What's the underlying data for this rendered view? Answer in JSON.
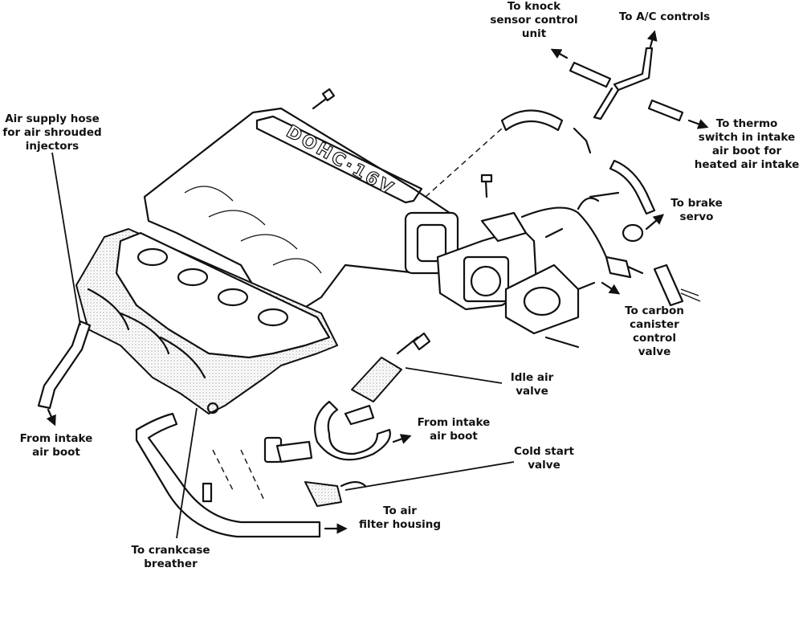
{
  "diagram": {
    "title": "Intake manifold and throttle body hose routing",
    "manifold_badge": "DOHC·16V",
    "labels": {
      "air_supply_hose": "Air supply hose\nfor air shrouded\ninjectors",
      "from_intake_air_boot_left": "From intake\nair boot",
      "to_knock_sensor": "To knock\nsensor control\nunit",
      "to_ac_controls": "To A/C controls",
      "to_thermo_switch": "To thermo\nswitch in intake\nair boot for\nheated air intake",
      "to_brake_servo": "To brake\nservo",
      "to_carbon_canister": "To carbon\ncanister\ncontrol\nvalve",
      "idle_air_valve": "Idle air\nvalve",
      "from_intake_air_boot_center": "From intake\nair boot",
      "cold_start_valve": "Cold start\nvalve",
      "to_air_filter_housing": "To air\nfilter housing",
      "to_crankcase_breather": "To crankcase\nbreather"
    },
    "colors": {
      "ink": "#111111",
      "background": "#ffffff"
    }
  }
}
